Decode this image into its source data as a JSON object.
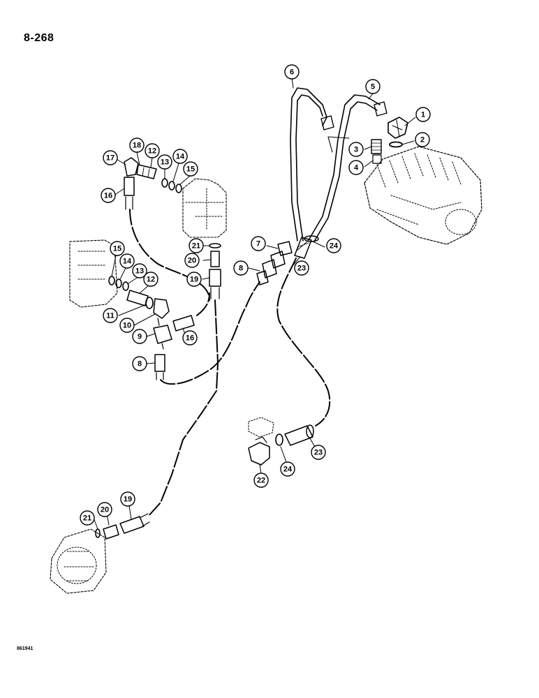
{
  "page": {
    "page_number": "8-268",
    "figure_code": "861941"
  },
  "callouts": [
    {
      "id": "c1",
      "label": "1"
    },
    {
      "id": "c2",
      "label": "2"
    },
    {
      "id": "c3",
      "label": "3"
    },
    {
      "id": "c4",
      "label": "4"
    },
    {
      "id": "c5",
      "label": "5"
    },
    {
      "id": "c6",
      "label": "6"
    },
    {
      "id": "c7",
      "label": "7"
    },
    {
      "id": "c8a",
      "label": "8"
    },
    {
      "id": "c8b",
      "label": "8"
    },
    {
      "id": "c9",
      "label": "9"
    },
    {
      "id": "c10",
      "label": "10"
    },
    {
      "id": "c11",
      "label": "11"
    },
    {
      "id": "c12a",
      "label": "12"
    },
    {
      "id": "c12b",
      "label": "12"
    },
    {
      "id": "c13a",
      "label": "13"
    },
    {
      "id": "c13b",
      "label": "13"
    },
    {
      "id": "c14a",
      "label": "14"
    },
    {
      "id": "c14b",
      "label": "14"
    },
    {
      "id": "c15a",
      "label": "15"
    },
    {
      "id": "c15b",
      "label": "15"
    },
    {
      "id": "c16a",
      "label": "16"
    },
    {
      "id": "c16b",
      "label": "16"
    },
    {
      "id": "c17",
      "label": "17"
    },
    {
      "id": "c18",
      "label": "18"
    },
    {
      "id": "c19a",
      "label": "19"
    },
    {
      "id": "c19b",
      "label": "19"
    },
    {
      "id": "c20a",
      "label": "20"
    },
    {
      "id": "c20b",
      "label": "20"
    },
    {
      "id": "c21a",
      "label": "21"
    },
    {
      "id": "c21b",
      "label": "21"
    },
    {
      "id": "c22",
      "label": "22"
    },
    {
      "id": "c23a",
      "label": "23"
    },
    {
      "id": "c23b",
      "label": "23"
    },
    {
      "id": "c24a",
      "label": "24"
    },
    {
      "id": "c24b",
      "label": "24"
    }
  ]
}
